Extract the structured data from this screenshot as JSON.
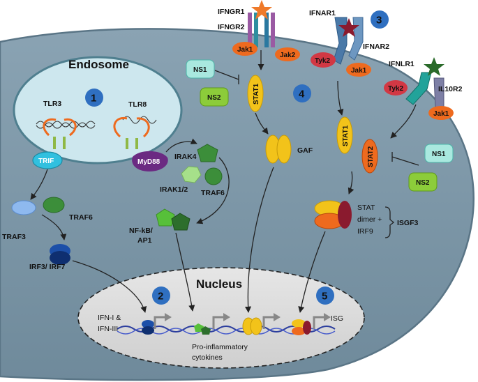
{
  "compartments": {
    "endosome": "Endosome",
    "nucleus": "Nucleus"
  },
  "step_numbers": [
    "1",
    "2",
    "3",
    "4",
    "5"
  ],
  "receptors": {
    "tlr3": "TLR3",
    "tlr8": "TLR8",
    "ifngr1": "IFNGR1",
    "ifngr2": "IFNGR2",
    "ifnar1": "IFNAR1",
    "ifnar2": "IFNAR2",
    "ifnlr1": "IFNLR1",
    "il10r2": "IL10R2"
  },
  "adaptors": {
    "trif": "TRIF",
    "myd88": "MyD88",
    "irak4": "IRAK4",
    "irak12": "IRAK1/2",
    "traf6_myd88": "TRAF6",
    "traf3": "TRAF3",
    "traf6_trif": "TRAF6",
    "irf3_irf7": "IRF3/ IRF7",
    "nfkb_ap1": [
      "NF-kB/",
      "AP1"
    ]
  },
  "kinases": {
    "jak1_ifngr": "Jak1",
    "jak2_ifngr": "Jak2",
    "tyk2_ifnar": "Tyk2",
    "jak1_ifnar": "Jak1",
    "tyk2_ifnlr": "Tyk2",
    "jak1_ifnlr": "Jak1"
  },
  "stats": {
    "stat1_gamma": "STAT1",
    "stat1_type1": "STAT1",
    "stat2": "STAT2",
    "gaf": "GAF",
    "isgf3_components": [
      "STAT",
      "dimer +",
      "IRF9"
    ],
    "isgf3": "ISGF3"
  },
  "ns_proteins": {
    "ns1_left": "NS1",
    "ns2_left": "NS2",
    "ns1_right": "NS1",
    "ns2_right": "NS2"
  },
  "nuclear_labels": {
    "ifn_output": [
      "IFN-I &",
      "IFN-III"
    ],
    "cytokines": [
      "Pro-inflammatory",
      "cytokines"
    ],
    "isg": "ISG"
  },
  "colors": {
    "cell_fill": "#7d97a8",
    "cell_stroke": "#5a7586",
    "endosome_fill": "#cde7ee",
    "nucleus_fill": "#d8d8d8",
    "number_badge": "#2f6fc0",
    "ns_teal": "#a9e8df",
    "ns_green": "#8ccc3a",
    "jak_orange": "#ee6a1e",
    "tyk_red": "#d23844",
    "stat_yellow": "#f2c31a",
    "dna_blue": "#2c3e9e"
  }
}
